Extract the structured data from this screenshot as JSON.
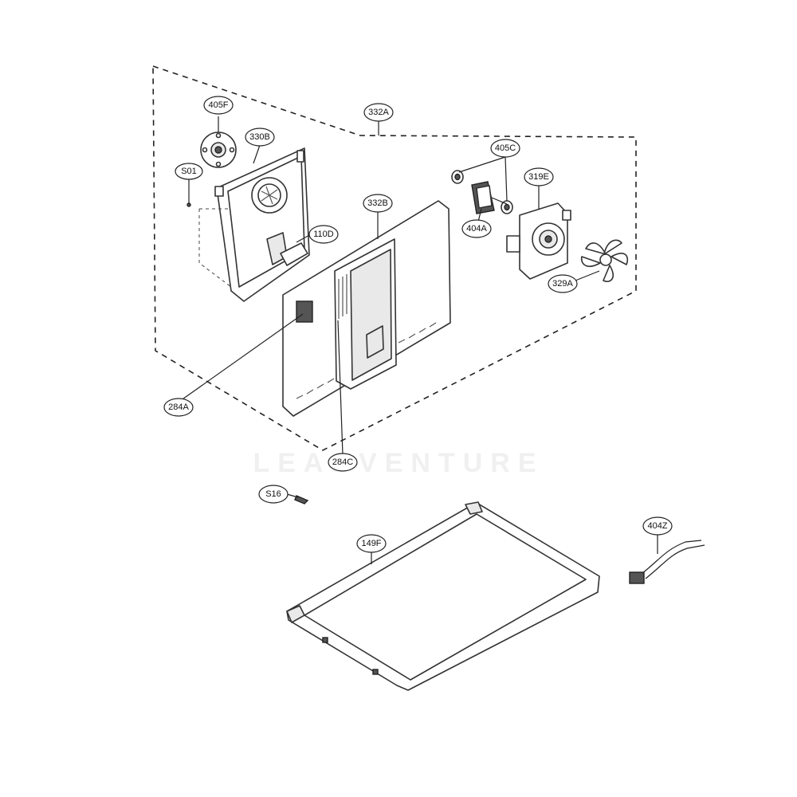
{
  "watermark": "LEADVENTURE",
  "callouts": {
    "c405F": "405F",
    "c330B": "330B",
    "cS01": "S01",
    "c332A": "332A",
    "c110D": "110D",
    "c332B": "332B",
    "c405C": "405C",
    "c319E": "319E",
    "c404A": "404A",
    "c329A": "329A",
    "c284A": "284A",
    "c284C": "284C",
    "cS16": "S16",
    "c149F": "149F",
    "c404Z": "404Z"
  }
}
